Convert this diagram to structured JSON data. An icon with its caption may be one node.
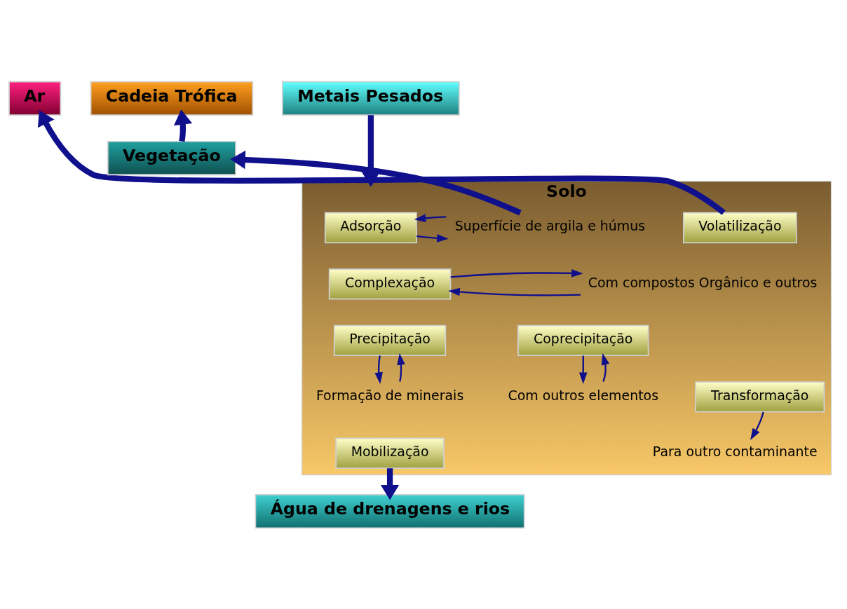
{
  "diagram": {
    "nodes": [
      {
        "text": [
          "Solo"
        ]
      },
      {
        "text": [
          "Metais Pesados"
        ]
      },
      {
        "text": [
          "Ar"
        ]
      },
      {
        "text": [
          "Cadeia Trófica"
        ]
      },
      {
        "text": [
          "Vegetação"
        ]
      },
      {
        "text": [
          "Volatilização"
        ],
        "in": 0
      },
      {
        "text": [
          "Adsorção"
        ],
        "in": 0
      },
      {
        "text": [
          "Superfície de argila e húmus"
        ],
        "in": 0
      },
      {
        "text": [
          "Com compostos Orgânico e outros"
        ],
        "in": 0
      },
      {
        "text": [
          "Complexação"
        ],
        "in": 0
      },
      {
        "text": [
          "Precipitação"
        ],
        "in": 0
      },
      {
        "text": [
          "Formação de minerais"
        ],
        "in": 0
      },
      {
        "text": [
          "Coprecipitação"
        ],
        "in": 0
      },
      {
        "text": [
          "Com outros elementos"
        ],
        "in": 0
      },
      {
        "text": [
          "Transformação"
        ],
        "in": 0
      },
      {
        "text": [
          "Para outro contaminante"
        ],
        "in": 0
      },
      {
        "text": [
          "Mobilização"
        ],
        "in": 0
      },
      {
        "text": [
          "Água de drenagens e rios"
        ]
      }
    ],
    "edges": [
      {
        "from": 1,
        "to": 0,
        "arrow": "to",
        "style": "thick"
      },
      {
        "from": 5,
        "to": 2,
        "arrow": "to",
        "style": "thick"
      },
      {
        "from": 7,
        "to": 4,
        "arrow": "to",
        "style": "thick"
      },
      {
        "from": 4,
        "to": 3,
        "arrow": "to",
        "style": "thick"
      },
      {
        "from": 6,
        "to": 7,
        "arrow": "to"
      },
      {
        "from": 7,
        "to": 6,
        "arrow": "to"
      },
      {
        "from": 8,
        "to": 9,
        "arrow": "to"
      },
      {
        "from": 9,
        "to": 8,
        "arrow": "to"
      },
      {
        "from": 10,
        "to": 11,
        "arrow": "to"
      },
      {
        "from": 11,
        "to": 10,
        "arrow": "to"
      },
      {
        "from": 12,
        "to": 13,
        "arrow": "to"
      },
      {
        "from": 13,
        "to": 12,
        "arrow": "to"
      },
      {
        "from": 14,
        "to": 15,
        "arrow": "to"
      },
      {
        "from": 16,
        "to": 17,
        "arrow": "to",
        "style": "thick"
      }
    ]
  }
}
